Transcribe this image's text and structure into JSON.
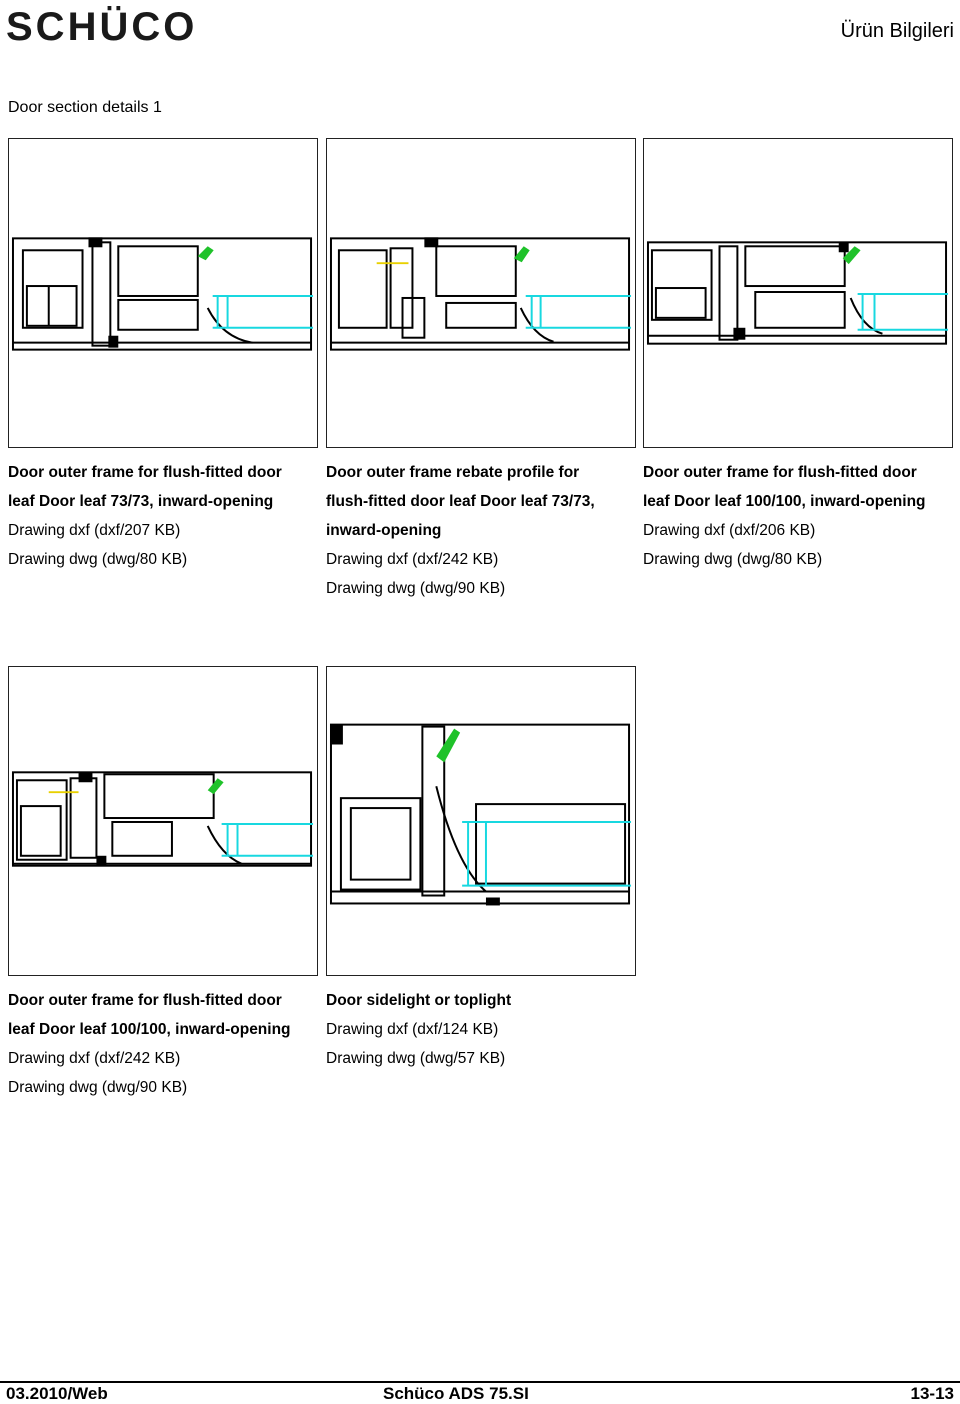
{
  "header": {
    "brand": "SCHÜCO",
    "right_title": "Ürün Bilgileri"
  },
  "section_title": "Door section details 1",
  "panels": [
    {
      "title_line1": "Door outer frame for flush-fitted door",
      "title_line2": "leaf Door leaf 73/73, inward-opening",
      "title_line3": "",
      "dxf": "Drawing dxf (dxf/207 KB)",
      "dwg": "Drawing dwg (dwg/80 KB)"
    },
    {
      "title_line1": "Door outer frame rebate profile for",
      "title_line2": "flush-fitted door leaf Door leaf 73/73,",
      "title_line3": "inward-opening",
      "dxf": "Drawing dxf (dxf/242 KB)",
      "dwg": "Drawing dwg (dwg/90 KB)"
    },
    {
      "title_line1": "Door outer frame for flush-fitted door",
      "title_line2": "leaf Door leaf 100/100, inward-opening",
      "title_line3": "",
      "dxf": "Drawing dxf (dxf/206 KB)",
      "dwg": "Drawing dwg (dwg/80 KB)"
    },
    {
      "title_line1": "Door outer frame for flush-fitted door",
      "title_line2": "leaf Door leaf 100/100, inward-opening",
      "title_line3": "",
      "dxf": "Drawing dxf (dxf/242 KB)",
      "dwg": "Drawing dwg (dwg/90 KB)"
    },
    {
      "title_line1": "Door sidelight or toplight",
      "title_line2": "",
      "title_line3": "",
      "dxf": "Drawing dxf (dxf/124 KB)",
      "dwg": "Drawing dwg (dwg/57 KB)"
    }
  ],
  "footer": {
    "date": "03.2010/Web",
    "product": "Schüco ADS 75.SI",
    "page": "13-13"
  },
  "colors": {
    "glass": "#18d8e0",
    "gasket": "#1fc22a",
    "profile": "#000000",
    "accent": "#e8d000"
  }
}
